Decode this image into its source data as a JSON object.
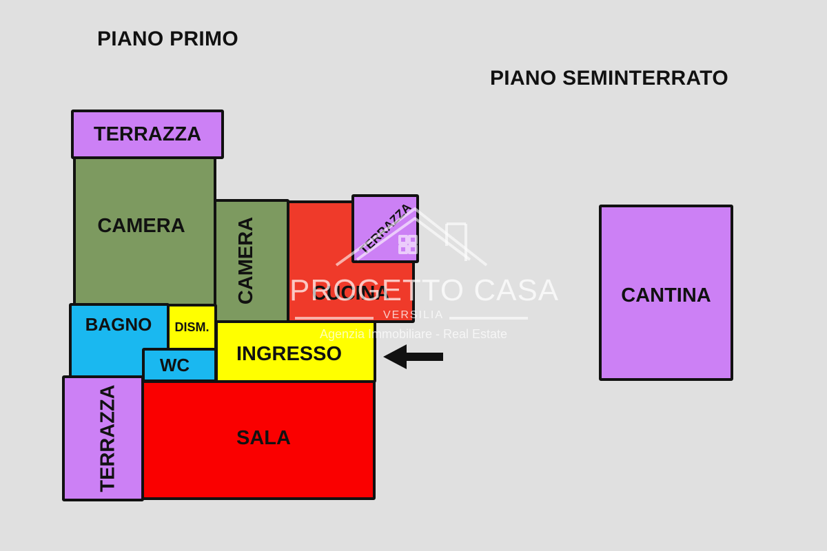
{
  "floors": {
    "first": {
      "title": "PIANO PRIMO"
    },
    "basement": {
      "title": "PIANO SEMINTERRATO"
    }
  },
  "rooms": {
    "terrazza_top": {
      "label": "TERRAZZA",
      "color": "#cc80f5"
    },
    "camera_large": {
      "label": "CAMERA",
      "color": "#7d9a60"
    },
    "camera_small": {
      "label": "CAMERA",
      "color": "#7d9a60"
    },
    "cucina": {
      "label": "CUCINA",
      "color": "#ef3a2a"
    },
    "terrazza_kitchen": {
      "label": "TERRAZZA",
      "color": "#cc80f5"
    },
    "bagno": {
      "label": "BAGNO",
      "color": "#1ab8f0"
    },
    "dism": {
      "label": "DISM.",
      "color": "#ffff00"
    },
    "wc": {
      "label": "WC",
      "color": "#1ab8f0"
    },
    "ingresso": {
      "label": "INGRESSO",
      "color": "#ffff00"
    },
    "terrazza_left": {
      "label": "TERRAZZA",
      "color": "#cc80f5"
    },
    "sala": {
      "label": "SALA",
      "color": "#fa0000"
    },
    "cantina": {
      "label": "CANTINA",
      "color": "#cc80f5"
    }
  },
  "entrance_arrow": {
    "icon": "arrow-left-icon",
    "color": "#111111"
  },
  "watermark": {
    "brand": "PROGETTO CASA",
    "location": "VERSILIA",
    "tagline": "Agenzia Immobiliare - Real Estate",
    "icon": "house-roof-icon"
  }
}
